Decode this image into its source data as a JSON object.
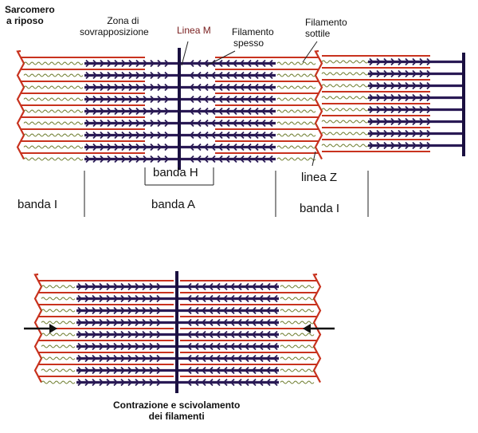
{
  "top": {
    "title_line1": "Sarcomero",
    "title_line2": "a riposo",
    "overlap_line1": "Zona di",
    "overlap_line2": "sovrapposizione",
    "m_line": "Linea M",
    "thick_line1": "Filamento",
    "thick_line2": "spesso",
    "thin_line1": "Filamento",
    "thin_line2": "sottile",
    "h_band": "banda H",
    "z_line": "linea Z",
    "i_band_left": "banda I",
    "a_band": "banda A",
    "i_band_right": "banda I"
  },
  "bottom": {
    "caption_line1": "Contrazione e scivolamento",
    "caption_line2": "dei filamenti"
  },
  "colors": {
    "thick": "#2a1a55",
    "thin": "#c8321e",
    "spring": "#6b7a2a",
    "z": "#c8321e",
    "mline": "#1a1040",
    "arrow": "#111111"
  }
}
